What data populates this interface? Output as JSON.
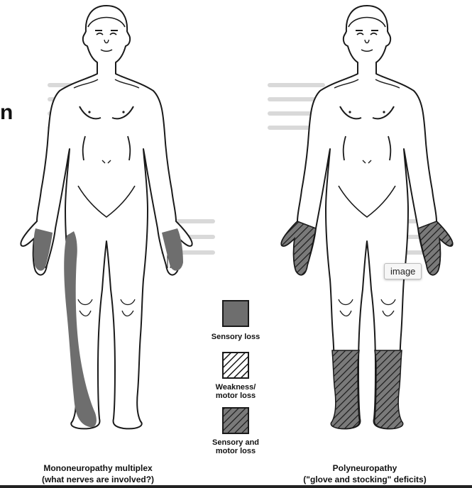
{
  "cropped_letter": "n",
  "tooltip": "image",
  "legend": {
    "sensory": "Sensory loss",
    "motor_line1": "Weakness/",
    "motor_line2": "motor loss",
    "combined_line1": "Sensory and",
    "combined_line2": "motor loss"
  },
  "left_figure": {
    "caption_line1": "Mononeuropathy multiplex",
    "caption_line2": "(what nerves are involved?)"
  },
  "right_figure": {
    "caption_line1": "Polyneuropathy",
    "caption_line2": "(\"glove and stocking\" deficits)"
  },
  "colors": {
    "sensory_fill": "#6e6e6e",
    "hatch_stroke": "#1a1a1a",
    "outline": "#1a1a1a",
    "background_text": "#d9d9d9"
  }
}
